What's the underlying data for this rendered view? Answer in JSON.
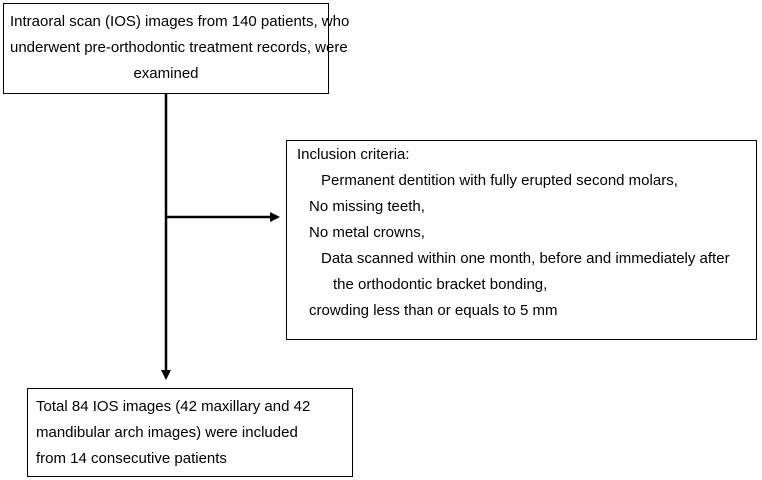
{
  "top_box": {
    "lines": [
      "Intraoral scan (IOS) images from 140 patients, who",
      "underwent pre-orthodontic treatment records, were",
      "examined"
    ]
  },
  "criteria_box": {
    "title": "Inclusion criteria:",
    "items": [
      "Permanent dentition with fully erupted second molars,",
      "No missing teeth,",
      "No metal crowns,",
      "Data scanned within one month, before and immediately after",
      "the orthodontic bracket bonding,",
      "crowding less than or equals to 5 mm"
    ]
  },
  "bottom_box": {
    "lines": [
      "Total 84 IOS images (42 maxillary and 42",
      "mandibular arch images) were included",
      "from 14 consecutive patients"
    ]
  },
  "colors": {
    "stroke": "#000000",
    "background": "#ffffff",
    "text": "#000000"
  }
}
